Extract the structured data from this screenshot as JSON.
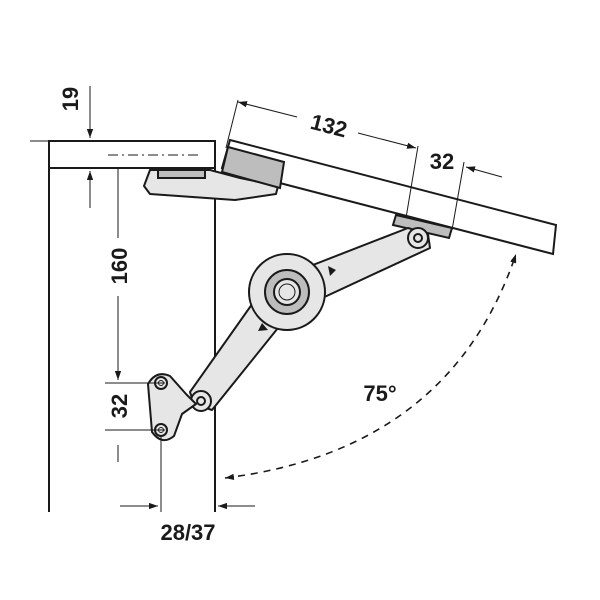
{
  "dimensions": {
    "top_panel_thickness": "19",
    "mount_height": "160",
    "hole_spacing": "32",
    "horizontal_offset": "28/37",
    "lid_length": "132",
    "lid_offset": "32",
    "opening_angle": "75°"
  },
  "colors": {
    "line": "#1a1a1a",
    "part_fill": "#e6e6e6",
    "part_shade": "#bdbdbd",
    "background": "#ffffff"
  }
}
